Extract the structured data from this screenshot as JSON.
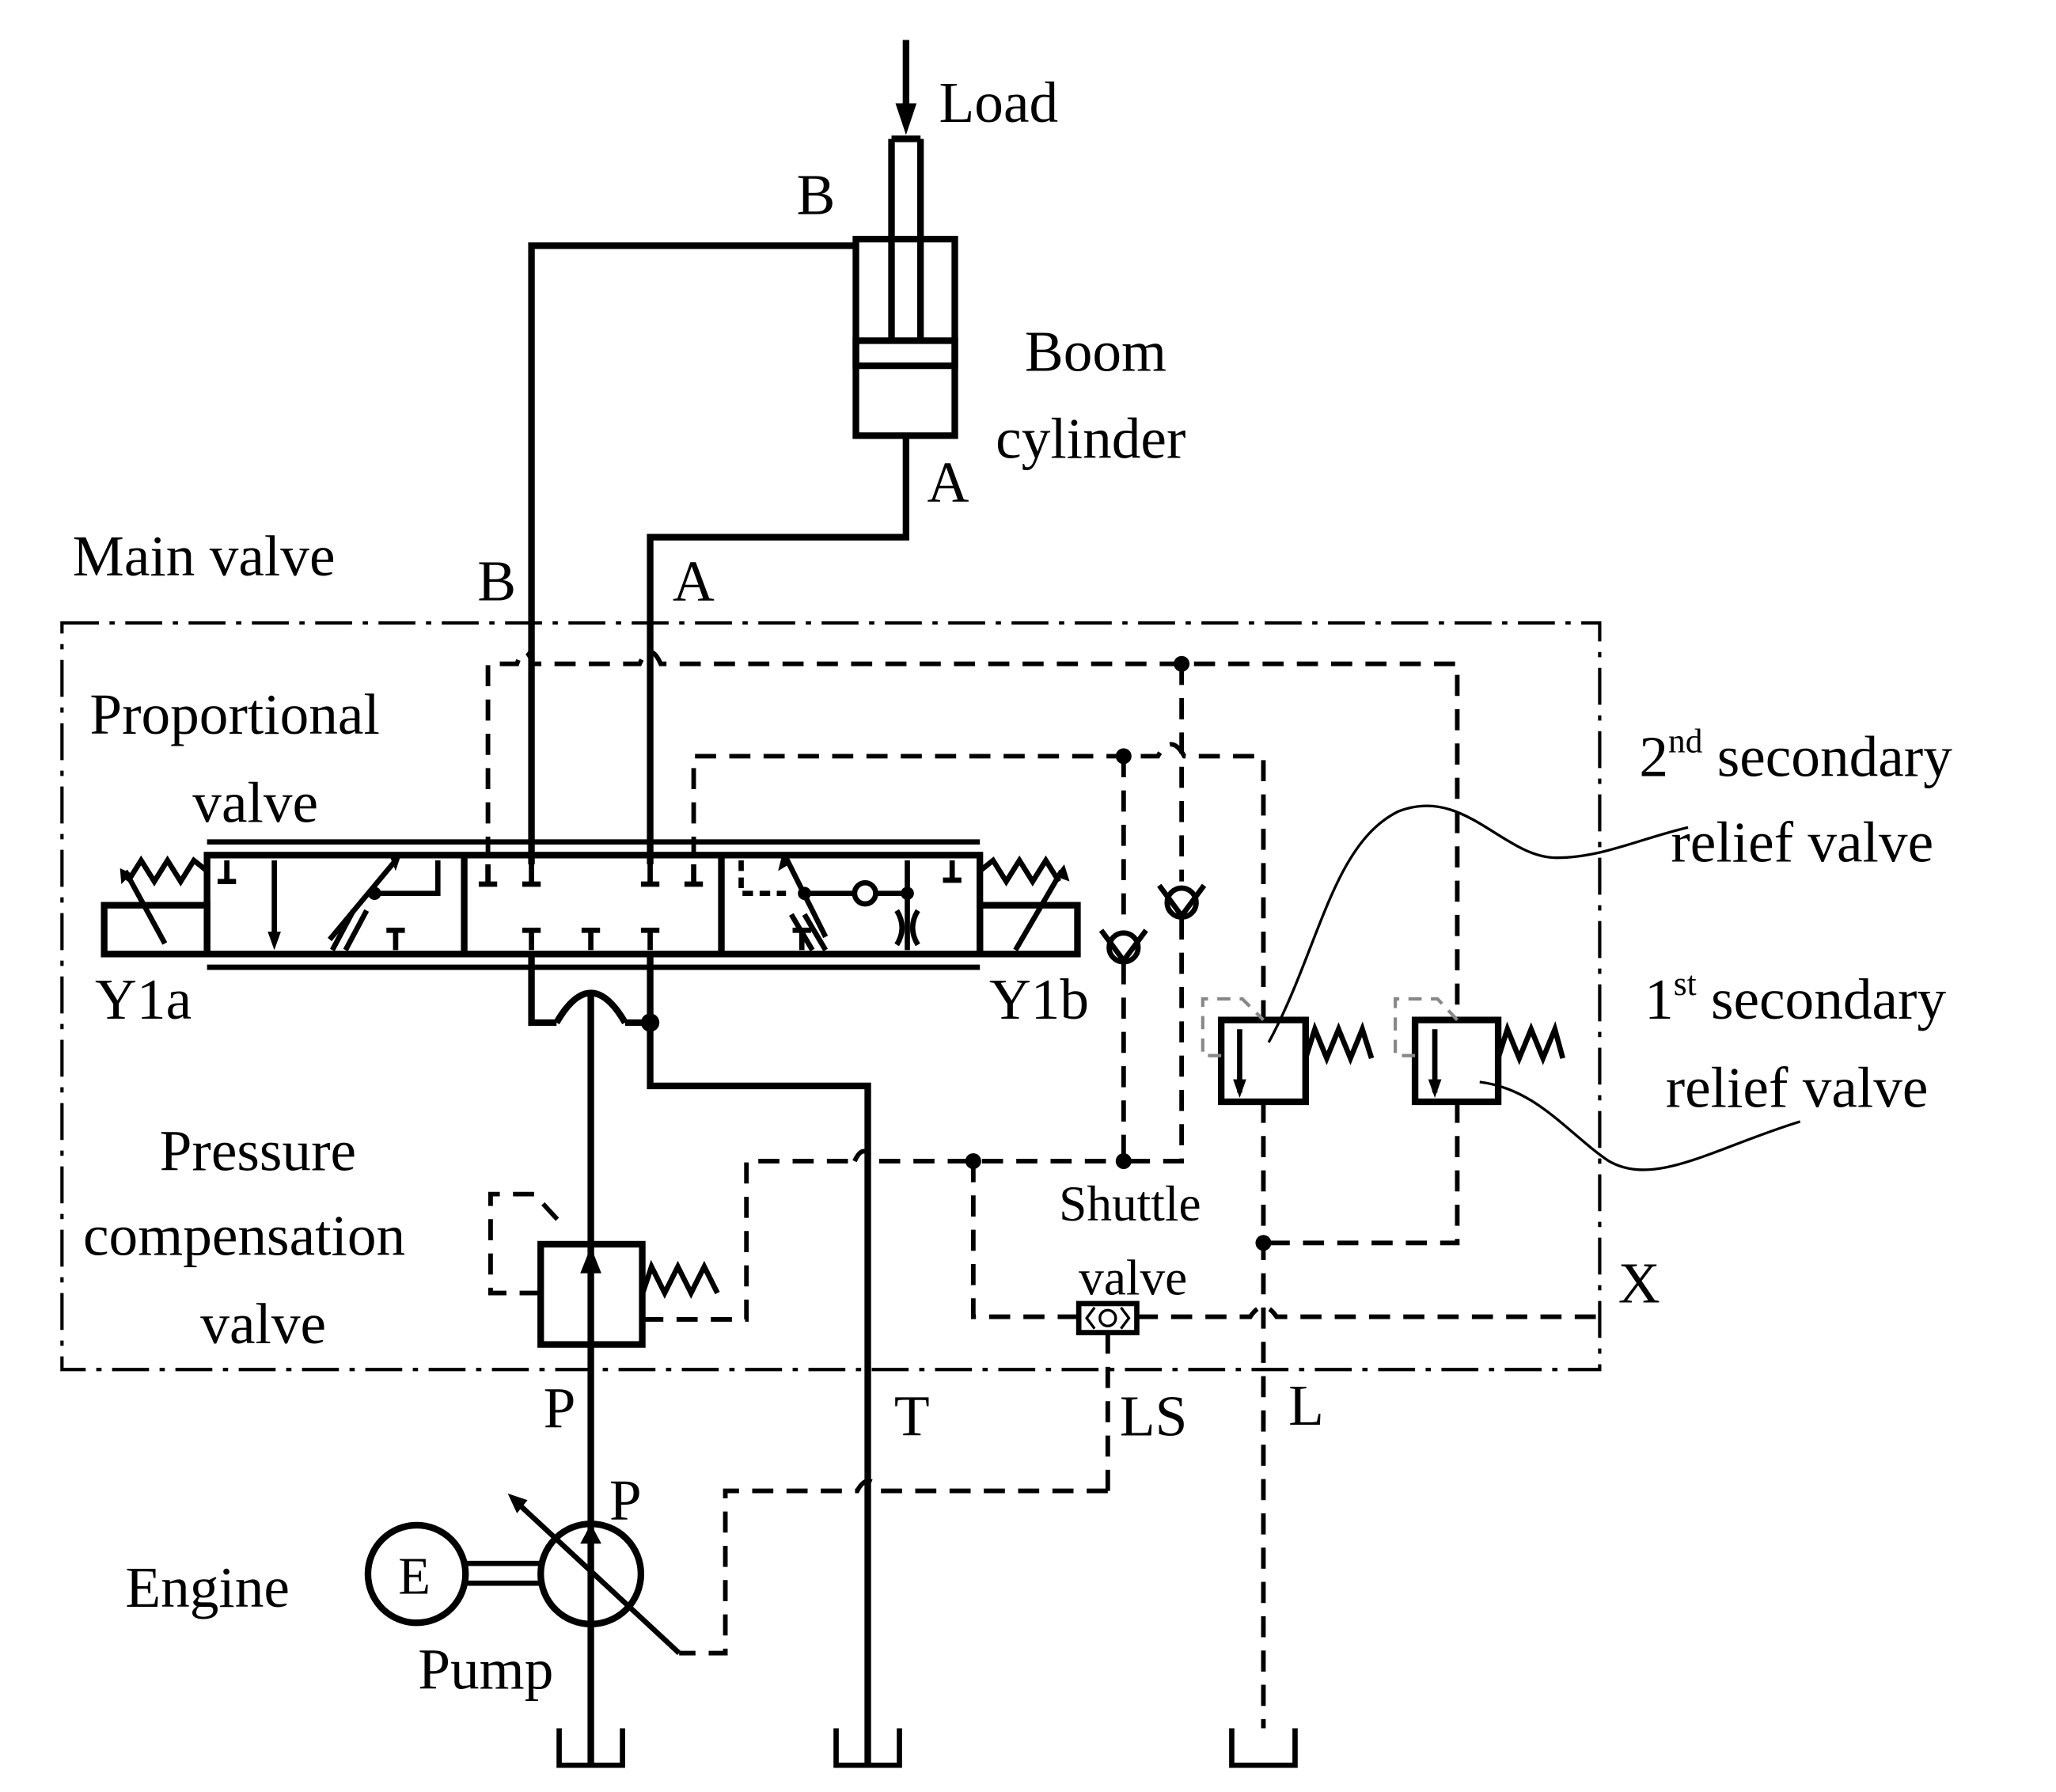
{
  "labels": {
    "load": "Load",
    "cyl_b": "B",
    "cyl_a": "A",
    "boom_1": "Boom",
    "boom_2": "cylinder",
    "main_valve": "Main valve",
    "port_b": "B",
    "port_a": "A",
    "prop_1": "Proportional",
    "prop_2": "valve",
    "y1a": "Y1a",
    "y1b": "Y1b",
    "sec2_sup": "nd",
    "sec2_num": "2",
    "sec2_1": " secondary",
    "sec2_2": "relief valve",
    "sec1_sup": "st",
    "sec1_num": "1",
    "sec1_1": " secondary",
    "sec1_2": "relief valve",
    "pc_1": "Pressure",
    "pc_2": "compensation",
    "pc_3": "valve",
    "shuttle_1": "Shuttle",
    "shuttle_2": "valve",
    "x": "X",
    "p": "P",
    "t": "T",
    "ls": "LS",
    "l": "L",
    "pump_p": "P",
    "engine": "Engine",
    "e": "E",
    "pump": "Pump"
  }
}
